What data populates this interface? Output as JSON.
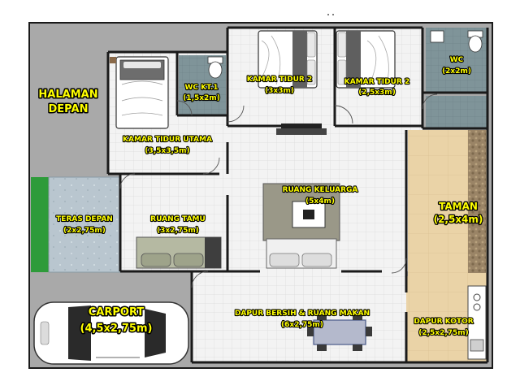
{
  "labels": {
    "halaman": {
      "line1": "HALAMAN",
      "line2": "DEPAN"
    },
    "wc_kt1": {
      "name": "WC KT.1",
      "size": "(1,5x2m)"
    },
    "kamar_tidur_2a": {
      "name": "KAMAR TIDUR 2",
      "size": "(3x3m)"
    },
    "kamar_tidur_2b": {
      "name": "KAMAR TIDUR 2",
      "size": "(2,5x3m)"
    },
    "wc": {
      "name": "WC",
      "size": "(2x2m)"
    },
    "kamar_utama": {
      "name": "KAMAR TIDUR UTAMA",
      "size": "(3,5x3,5m)"
    },
    "ruang_keluarga": {
      "name": "RUANG KELUARGA",
      "size": "(5x4m)"
    },
    "taman": {
      "name": "TAMAN",
      "size": "(2,5x4m)"
    },
    "teras": {
      "name": "TERAS DEPAN",
      "size": "(2x2,75m)"
    },
    "ruang_tamu": {
      "name": "RUANG TAMU",
      "size": "(3x2,75m)"
    },
    "carport": {
      "name": "CARPORT",
      "size": "(4,5x2,75m)"
    },
    "dapur_bersih": {
      "name": "DAPUR BERSIH & RUANG MAKAN",
      "size": "(6x2,75m)"
    },
    "dapur_kotor": {
      "name": "DAPUR KOTOR",
      "size": "(2,5x2,75m)"
    }
  },
  "colors": {
    "wall": "#1a1a1a",
    "floor_tile": "#f3f3f3",
    "tile_line": "#dedede",
    "yard": "#a9a9a9",
    "wet_floor": "#7f9499",
    "garden": "#ead3a7",
    "grass": "#2e9b3a",
    "terrace": "#b9c6cf",
    "stone_strip": "#9a8466",
    "sofa": "#b5b9a2",
    "table": "#b4b9cc",
    "label_fill": "#ffff00"
  }
}
